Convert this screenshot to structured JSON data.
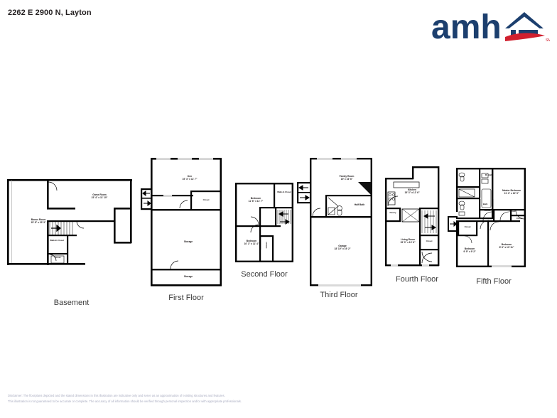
{
  "header": {
    "address": "2262 E 2900 N, Layton",
    "logo": {
      "wordmark": "amh",
      "trademark": "SM",
      "brand_blue": "#1c3f6e",
      "brand_red": "#d0202f",
      "icon_names": [
        "house-roof-icon",
        "red-swoosh-icon"
      ]
    }
  },
  "floors": [
    {
      "id": "basement",
      "name": "Basement",
      "rooms": [
        {
          "name": "Game Room",
          "dim": "23' 4\" x 11' 10\""
        },
        {
          "name": "Bonus Room",
          "dim": "15' 8\" x 23' 3\""
        },
        {
          "name": "Walk-In Closet",
          "dim": ""
        },
        {
          "name": "Closet",
          "dim": ""
        }
      ]
    },
    {
      "id": "first-floor",
      "name": "First Floor",
      "rooms": [
        {
          "name": "Den",
          "dim": "19' 4\" x 11' 7\""
        },
        {
          "name": "Closet",
          "dim": ""
        },
        {
          "name": "Storage",
          "dim": ""
        },
        {
          "name": "Storage",
          "dim": ""
        }
      ]
    },
    {
      "id": "second-floor",
      "name": "Second Floor",
      "rooms": [
        {
          "name": "Bedroom",
          "dim": "11' 8\" x 11' 7\""
        },
        {
          "name": "Walk-In Closet",
          "dim": ""
        },
        {
          "name": "Bedroom",
          "dim": "10' 1\" x 11' 4\""
        },
        {
          "name": "Closet",
          "dim": ""
        }
      ]
    },
    {
      "id": "third-floor",
      "name": "Third Floor",
      "rooms": [
        {
          "name": "Family Room",
          "dim": "19' x 16' 6\""
        },
        {
          "name": "Half Bath",
          "dim": ""
        },
        {
          "name": "Garage",
          "dim": "18' 10\" x 19' 2\""
        }
      ]
    },
    {
      "id": "fourth-floor",
      "name": "Fourth Floor",
      "rooms": [
        {
          "name": "Kitchen",
          "dim": "15' 3\" x 12' 6\""
        },
        {
          "name": "Pantry",
          "dim": ""
        },
        {
          "name": "Living Room",
          "dim": "15' 3\" x 13' 6\""
        },
        {
          "name": "Closet",
          "dim": ""
        }
      ]
    },
    {
      "id": "fifth-floor",
      "name": "Fifth Floor",
      "rooms": [
        {
          "name": "M. Bath",
          "dim": ""
        },
        {
          "name": "Master Bedroom",
          "dim": "11' 4\" x 12' 5\""
        },
        {
          "name": "Bath",
          "dim": ""
        },
        {
          "name": "Closet",
          "dim": ""
        },
        {
          "name": "Closet",
          "dim": ""
        },
        {
          "name": "Closet",
          "dim": ""
        },
        {
          "name": "Closet",
          "dim": ""
        },
        {
          "name": "Bedroom",
          "dim": "9' 9\" x 9' 2\""
        },
        {
          "name": "Bedroom",
          "dim": "8' 8\" x 13' 11\""
        }
      ]
    }
  ],
  "disclaimer": {
    "line1": "Disclaimer: The floorplans depicted and the stated dimensions in this illustration are indicative only and serve as an approximation of existing structures and features.",
    "line2": "This illustration is not guaranteed to be accurate or complete. The accuracy of all information should be verified through personal inspection and/or with appropriate professionals."
  }
}
